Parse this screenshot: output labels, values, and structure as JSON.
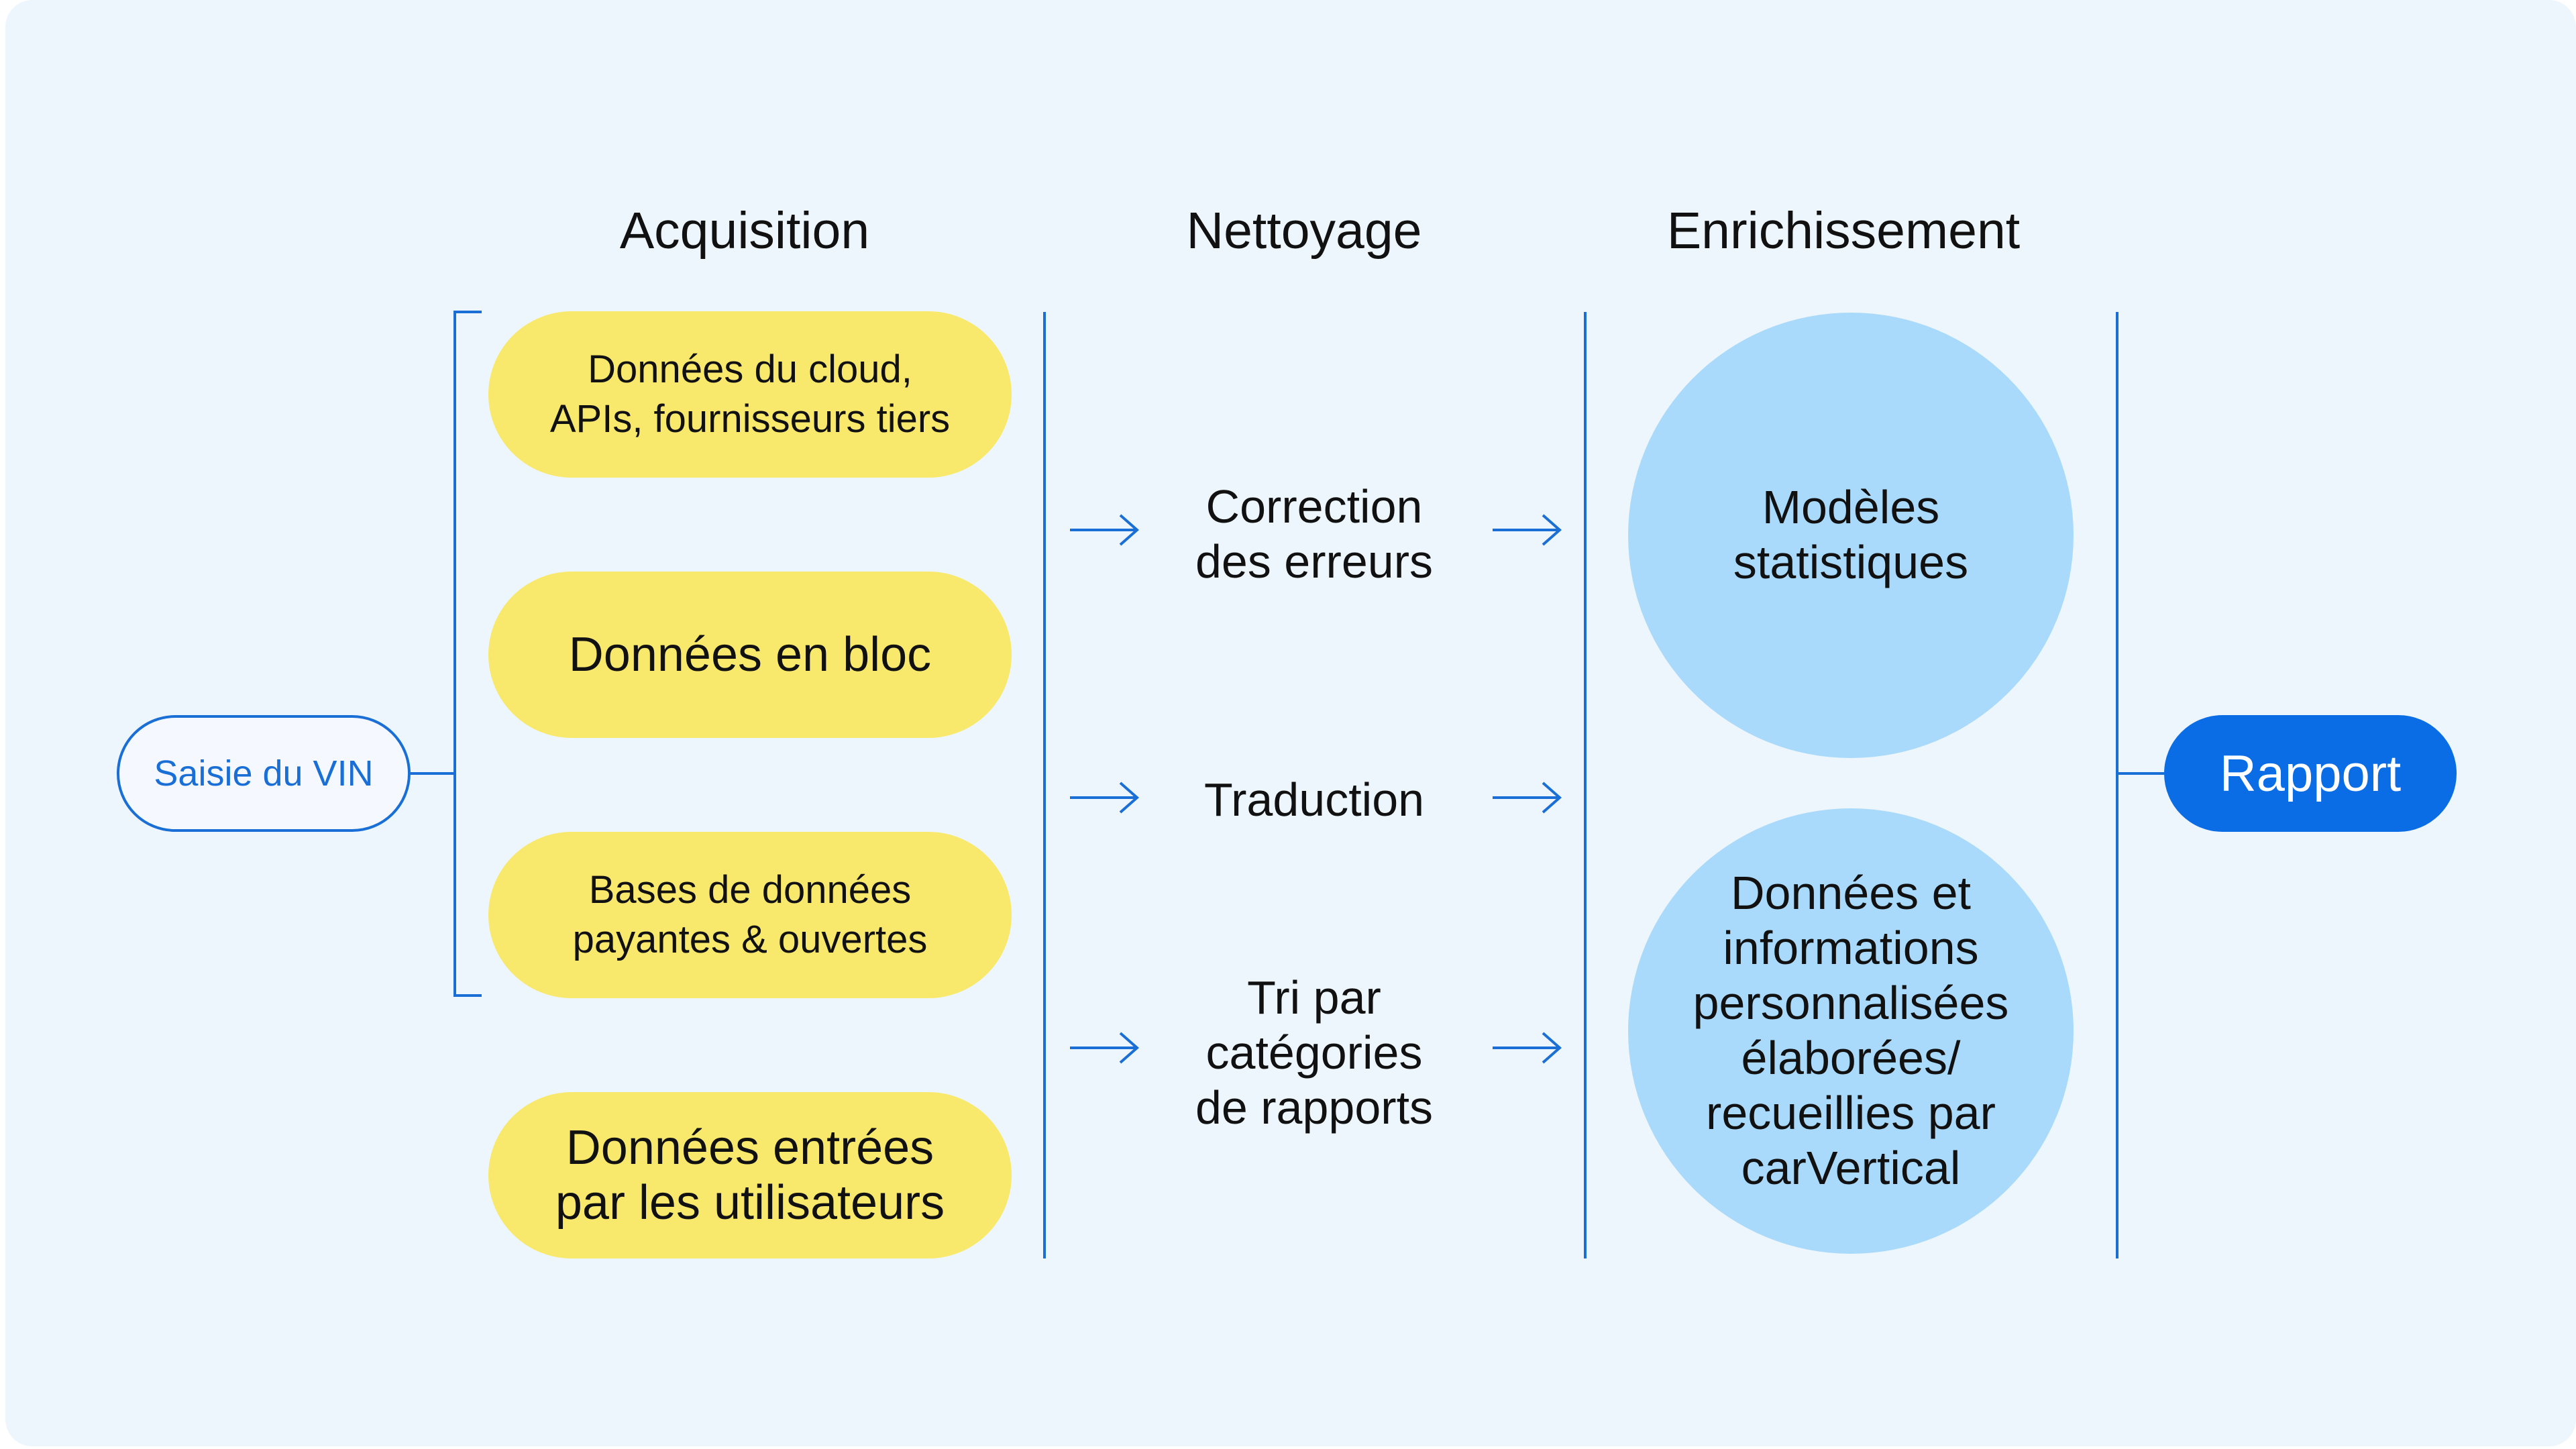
{
  "columns": {
    "acquisition": "Acquisition",
    "nettoyage": "Nettoyage",
    "enrichissement": "Enrichissement"
  },
  "input": {
    "label": "Saisie du VIN"
  },
  "sources": [
    {
      "label": "Données du cloud,\nAPIs, fournisseurs tiers"
    },
    {
      "label": "Données en bloc"
    },
    {
      "label": "Bases de données\npayantes & ouvertes"
    },
    {
      "label": "Données entrées\npar les utilisateurs"
    }
  ],
  "cleaning_steps": [
    {
      "label": "Correction\ndes erreurs"
    },
    {
      "label": "Traduction"
    },
    {
      "label": "Tri par\ncatégories\nde rapports"
    }
  ],
  "enrichment": [
    {
      "label": "Modèles\nstatistiques"
    },
    {
      "label": "Données et\ninformations\npersonnalisées\nélaborées/\nrecueillies par\ncarVertical"
    }
  ],
  "output": {
    "label": "Rapport"
  },
  "colors": {
    "background": "#eef6fd",
    "accent_blue": "#1a6fd6",
    "pill_yellow": "#f8e96c",
    "circle_blue": "#a9dafc",
    "report_blue": "#0a6de6"
  }
}
